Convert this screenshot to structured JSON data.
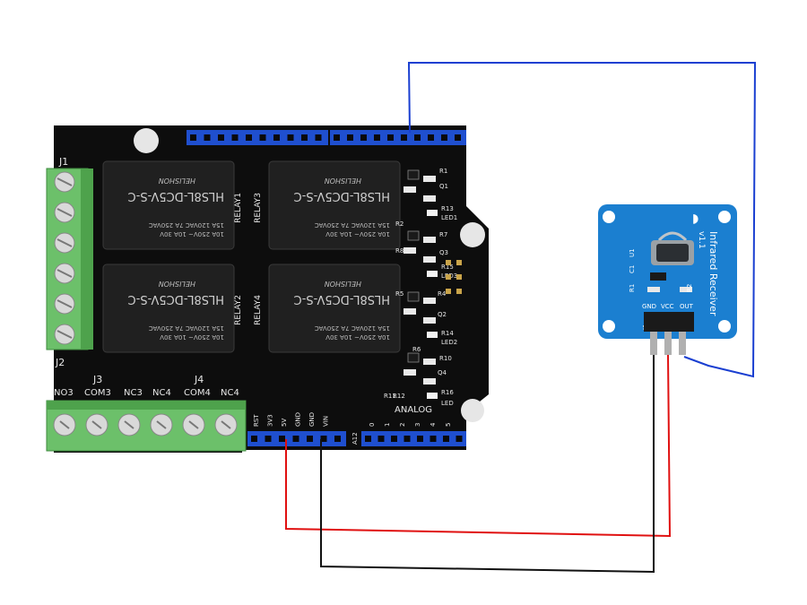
{
  "relay_shield": {
    "terminal_j1_label": "J1",
    "terminal_j2_label": "J2",
    "terminal_j3_label": "J3",
    "terminal_j4_label": "J4",
    "bottom_terminal_labels": [
      "NO3",
      "COM3",
      "NC3",
      "NC4",
      "COM4",
      "NC4"
    ],
    "relays": [
      {
        "name": "RELAY1",
        "brand": "HLS8L-DC5V-S-C",
        "spec1": "10A 250V~",
        "spec2": "10A 30V",
        "spec3": "15A 120VAC",
        "spec4": "7A 250VAC"
      },
      {
        "name": "RELAY2",
        "brand": "HLS8L-DC5V-S-C",
        "spec1": "10A 250V~",
        "spec2": "10A 30V",
        "spec3": "15A 120VAC",
        "spec4": "7A 250VAC"
      },
      {
        "name": "RELAY3",
        "brand": "HLS8L-DC5V-S-C",
        "spec1": "10A 250V~",
        "spec2": "10A 30V",
        "spec3": "15A 120VAC",
        "spec4": "7A 250VAC"
      },
      {
        "name": "RELAY4",
        "brand": "HLS8L-DC5V-S-C",
        "spec1": "10A 250V~",
        "spec2": "10A 30V",
        "spec3": "15A 120VAC",
        "spec4": "7A 250VAC"
      }
    ],
    "relay_vendor": "HELISHON",
    "component_labels": [
      "R1",
      "Q1",
      "R13",
      "LED1",
      "R2",
      "R7",
      "R8",
      "Q3",
      "R15",
      "LED3",
      "R4",
      "R5",
      "Q2",
      "R14",
      "LED2",
      "R6",
      "R10",
      "Q4",
      "R11",
      "R12",
      "R16",
      "LED"
    ],
    "power_header_labels": [
      "RST",
      "3V3",
      "5V",
      "GND",
      "GND",
      "VIN"
    ],
    "analog_label": "ANALOG",
    "analog_pin_labels": [
      "0",
      "1",
      "2",
      "3",
      "4",
      "5"
    ],
    "a_label": "A12"
  },
  "ir_module": {
    "title": "Infrared Receiver",
    "version": "v1.1",
    "pin_labels": [
      "GND",
      "VCC",
      "OUT"
    ],
    "part_labels": [
      "U1",
      "C1",
      "R1",
      "R2",
      "J1"
    ]
  },
  "wires": [
    {
      "name": "signal",
      "color": "#1a3fd1"
    },
    {
      "name": "vcc-5v",
      "color": "#e01010"
    },
    {
      "name": "ground",
      "color": "#111111"
    }
  ],
  "colors": {
    "pcb": "#0d0d0d",
    "header_blue": "#1f4fcf",
    "terminal_green": "#6cc06a",
    "ir_board": "#1b7fd0"
  }
}
